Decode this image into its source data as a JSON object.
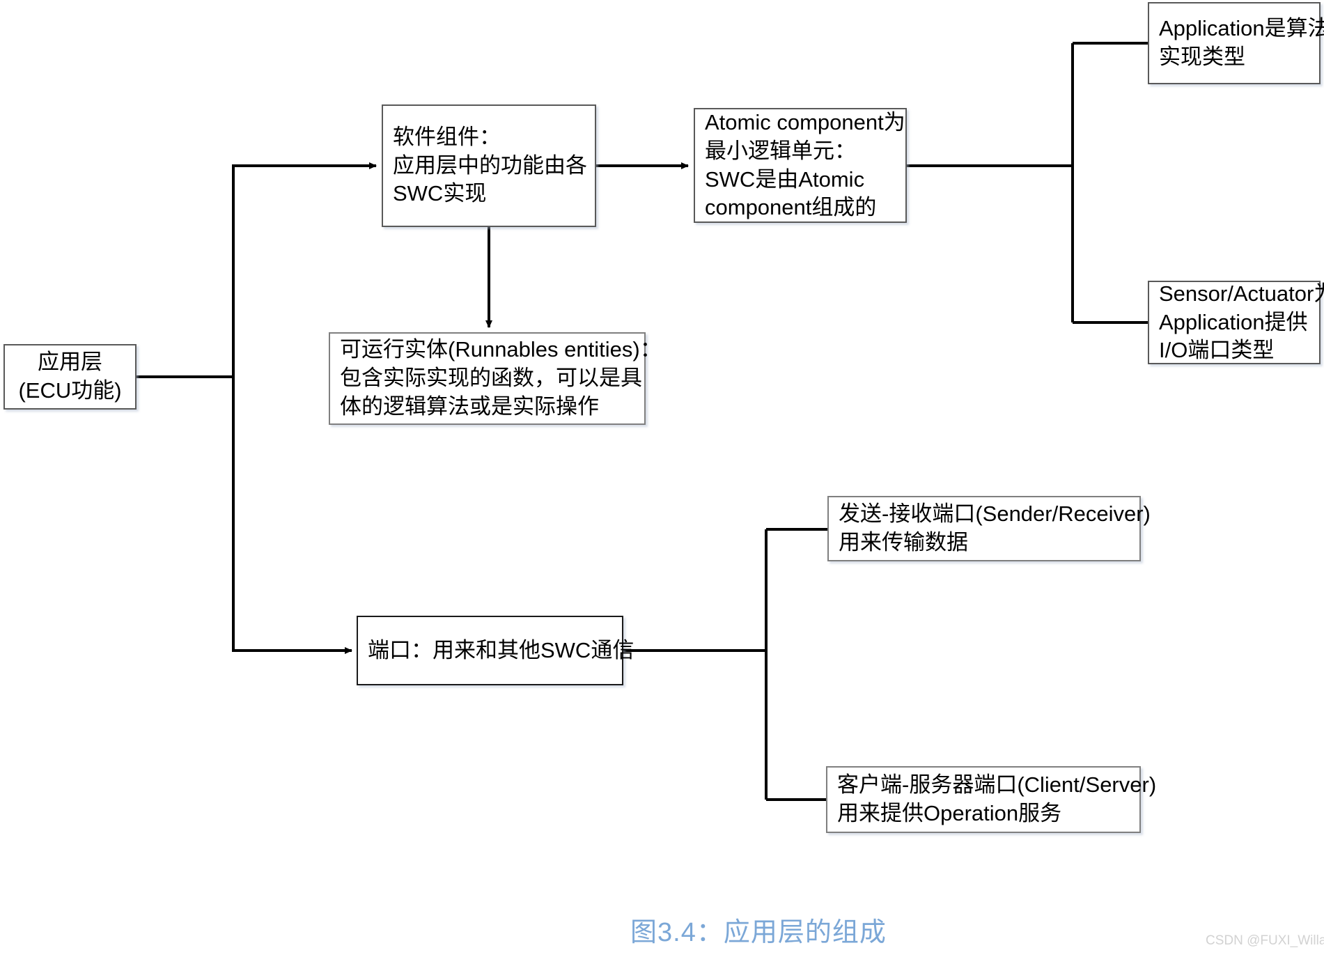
{
  "diagram": {
    "caption": "图3.4：应用层的组成",
    "watermark": "CSDN @FUXI_Willard",
    "colors": {
      "caption": "#7BA7D7",
      "box_border_dark": "#1a1a1a",
      "box_border_gray": "#7f7f7f",
      "box_border_default": "#595959",
      "connector": "#000000",
      "background": "#ffffff",
      "watermark": "#d2d2d2"
    },
    "nodes": {
      "application_layer": {
        "line1": "应用层",
        "line2": "(ECU功能)"
      },
      "software_component": {
        "line1": "软件组件：",
        "line2": "应用层中的功能由各",
        "line3": "SWC实现"
      },
      "atomic_component": {
        "line1": "Atomic component为",
        "line2": "最小逻辑单元：",
        "line3": "SWC是由Atomic",
        "line4": "component组成的"
      },
      "application_type": {
        "line1": "Application是算法",
        "line2": "实现类型"
      },
      "sensor_actuator_type": {
        "line1": "Sensor/Actuator为",
        "line2": "Application提供",
        "line3": "I/O端口类型"
      },
      "runnable_entities": {
        "line1": "可运行实体(Runnables entities)：",
        "line2": "包含实际实现的函数，可以是具",
        "line3": "体的逻辑算法或是实际操作"
      },
      "port": {
        "line1": "端口：用来和其他SWC通信"
      },
      "sender_receiver_port": {
        "line1": "发送-接收端口(Sender/Receiver)",
        "line2": "用来传输数据"
      },
      "client_server_port": {
        "line1": "客户端-服务器端口(Client/Server)",
        "line2": "用来提供Operation服务"
      }
    },
    "edges": [
      {
        "from": "application_layer",
        "to": "software_component",
        "style": "elbow-arrow"
      },
      {
        "from": "application_layer",
        "to": "port",
        "style": "elbow-arrow"
      },
      {
        "from": "software_component",
        "to": "atomic_component",
        "style": "straight-arrow"
      },
      {
        "from": "software_component",
        "to": "runnable_entities",
        "style": "down-arrow"
      },
      {
        "from": "atomic_component",
        "to": "application_type",
        "style": "bracket"
      },
      {
        "from": "atomic_component",
        "to": "sensor_actuator_type",
        "style": "bracket"
      },
      {
        "from": "port",
        "to": "sender_receiver_port",
        "style": "bracket"
      },
      {
        "from": "port",
        "to": "client_server_port",
        "style": "bracket"
      }
    ]
  }
}
